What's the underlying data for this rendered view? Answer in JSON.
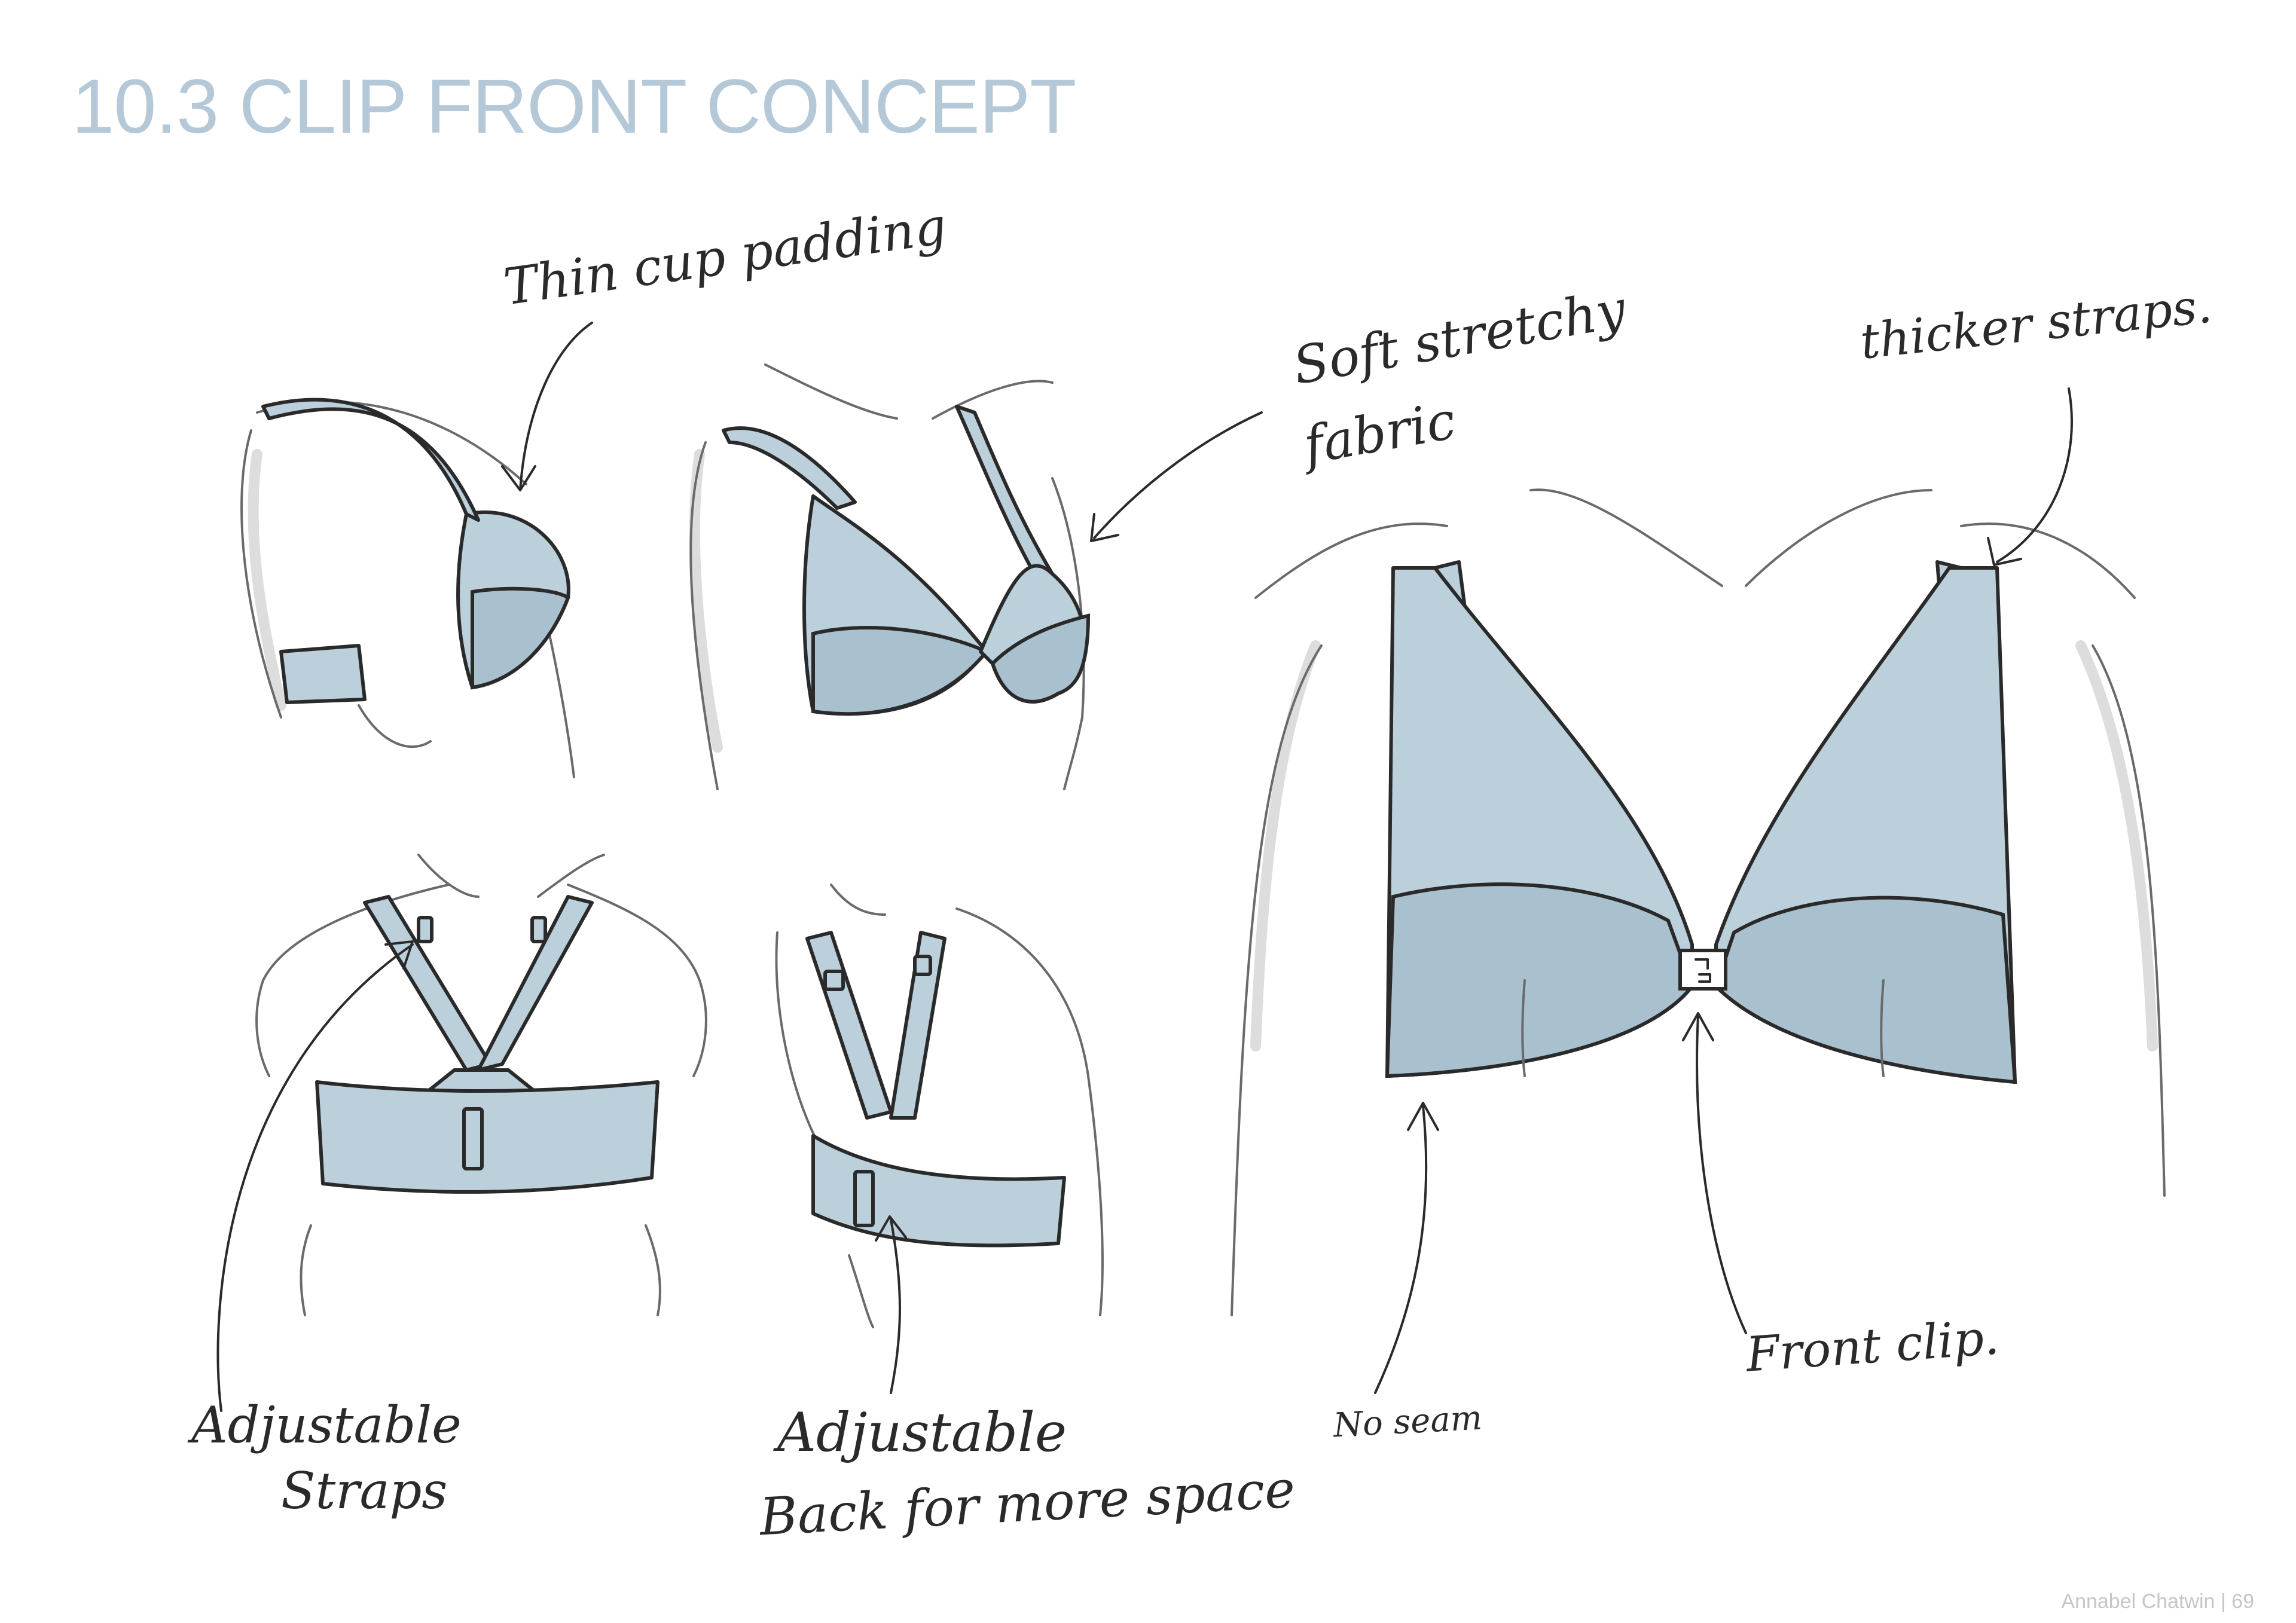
{
  "title": "10.3 CLIP FRONT CONCEPT",
  "annotations": {
    "thin_cup_padding": "Thin cup padding",
    "soft_fabric_line1": "Soft stretchy",
    "soft_fabric_line2": "fabric",
    "thicker_straps": "thicker straps.",
    "adjustable_straps_line1": "Adjustable",
    "adjustable_straps_line2": "Straps",
    "adjustable_back_line1": "Adjustable",
    "adjustable_back_line2": "Back for more space",
    "no_seam": "No seam",
    "front_clip": "Front clip."
  },
  "footer": "Annabel Chatwin | 69",
  "colors": {
    "title": "#b4c8d7",
    "garment": "#bcd0dc",
    "garment_shadow": "#a9c0cf",
    "ink": "#2a2a2a"
  }
}
